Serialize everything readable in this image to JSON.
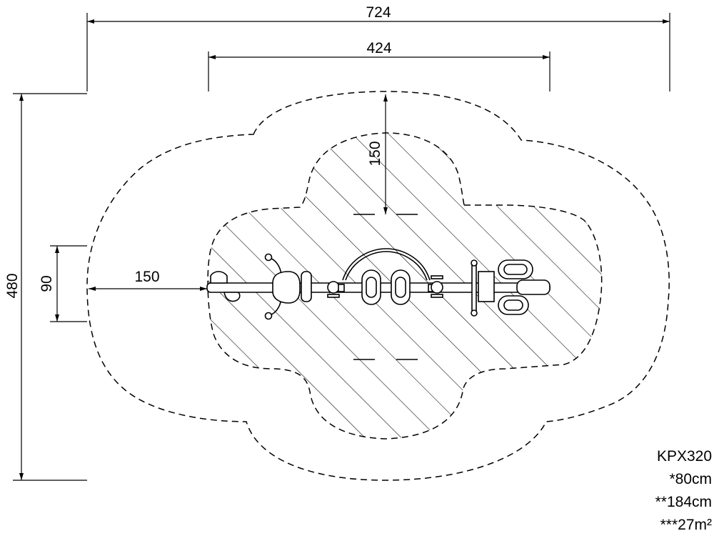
{
  "dimensions": {
    "overall_width": "724",
    "inner_width": "424",
    "overall_height": "480",
    "inner_depth": "150",
    "side_clearance": "150",
    "equipment_width": "90"
  },
  "specs": {
    "model": "KPX320",
    "line1": "*80cm",
    "line2": "**184cm",
    "line3": "***27m²"
  }
}
